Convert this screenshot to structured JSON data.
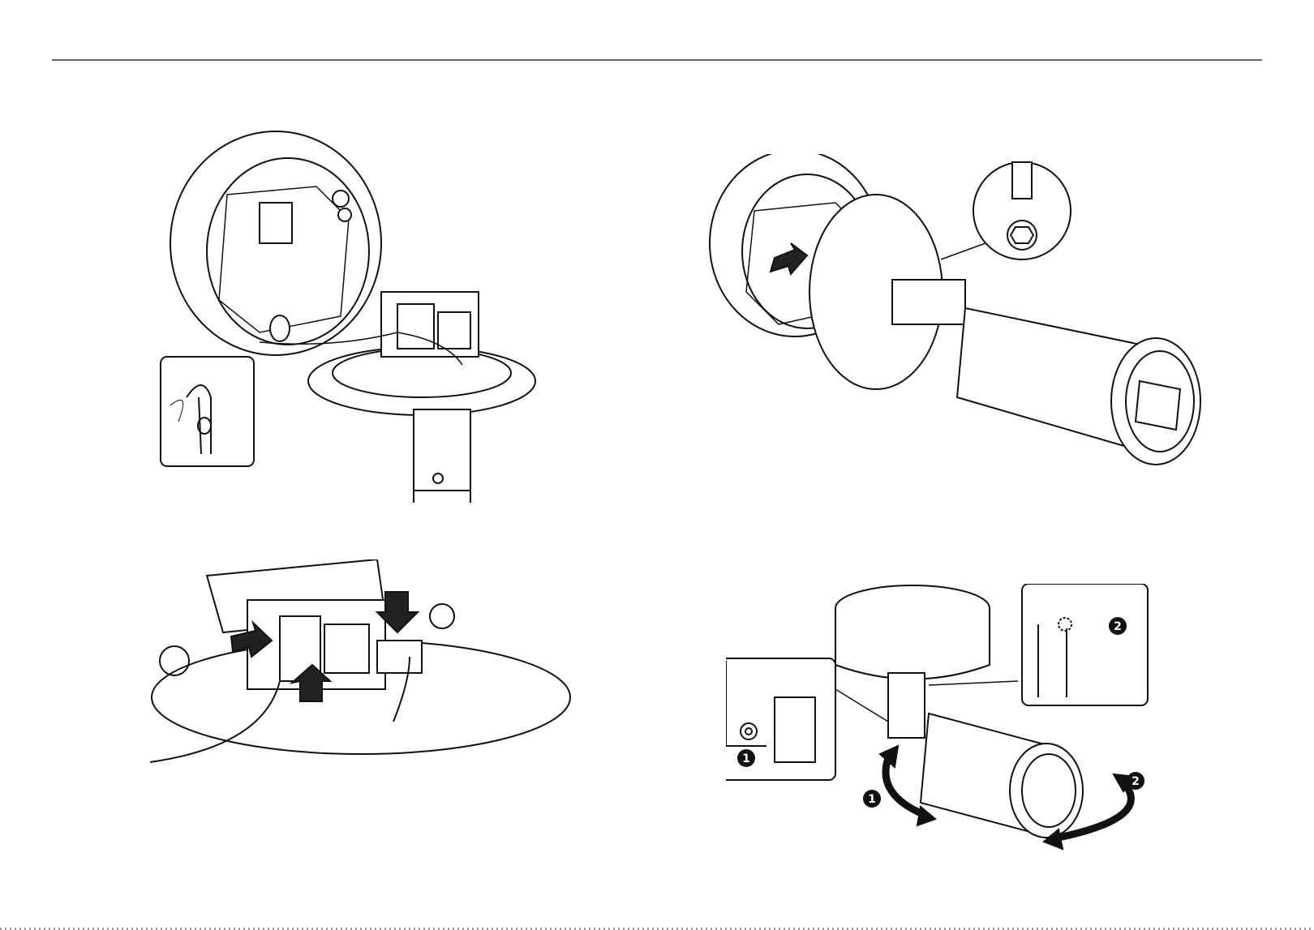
{
  "manual_page": {
    "callouts": {
      "one": "1",
      "two": "2"
    },
    "illustrations": [
      {
        "id": "junction-box-cable-routing",
        "icon": "junction-box-icon"
      },
      {
        "id": "camera-mount-assembly",
        "icon": "bullet-camera-icon"
      },
      {
        "id": "connector-plug-in",
        "icon": "connector-icon"
      },
      {
        "id": "angle-adjustment",
        "icon": "rotation-arrow-icon"
      }
    ]
  }
}
